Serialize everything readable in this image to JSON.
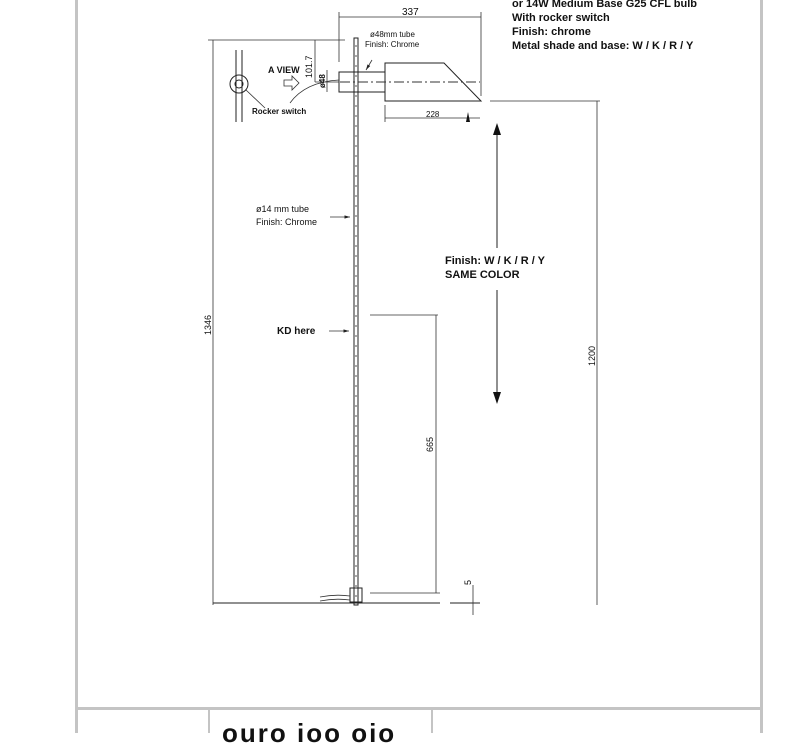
{
  "spec_notes": [
    "or  14W Medium Base G25 CFL bulb",
    "With rocker switch",
    "Finish: chrome",
    "Metal shade and base: W / K / R / Y"
  ],
  "dimensions": {
    "overall_width": "337",
    "overall_height": "1346",
    "stem_offset": "101.7",
    "tube_diameter": "ø48",
    "shade_length": "228",
    "pole_height": "1200",
    "lower_section": "665",
    "base_thickness": "5"
  },
  "labels": {
    "top_tube_1": "ø48mm tube",
    "top_tube_2": "Finish: Chrome",
    "a_view": "A VIEW",
    "rocker": "Rocker switch",
    "pole_tube_1": "ø14  mm  tube",
    "pole_tube_2": "Finish:  Chrome",
    "finish_1": "Finish: W / K / R / Y",
    "finish_2": "SAME COLOR",
    "kd": "KD here"
  },
  "title_block": {
    "title_partial": "ouro ioo oio"
  }
}
